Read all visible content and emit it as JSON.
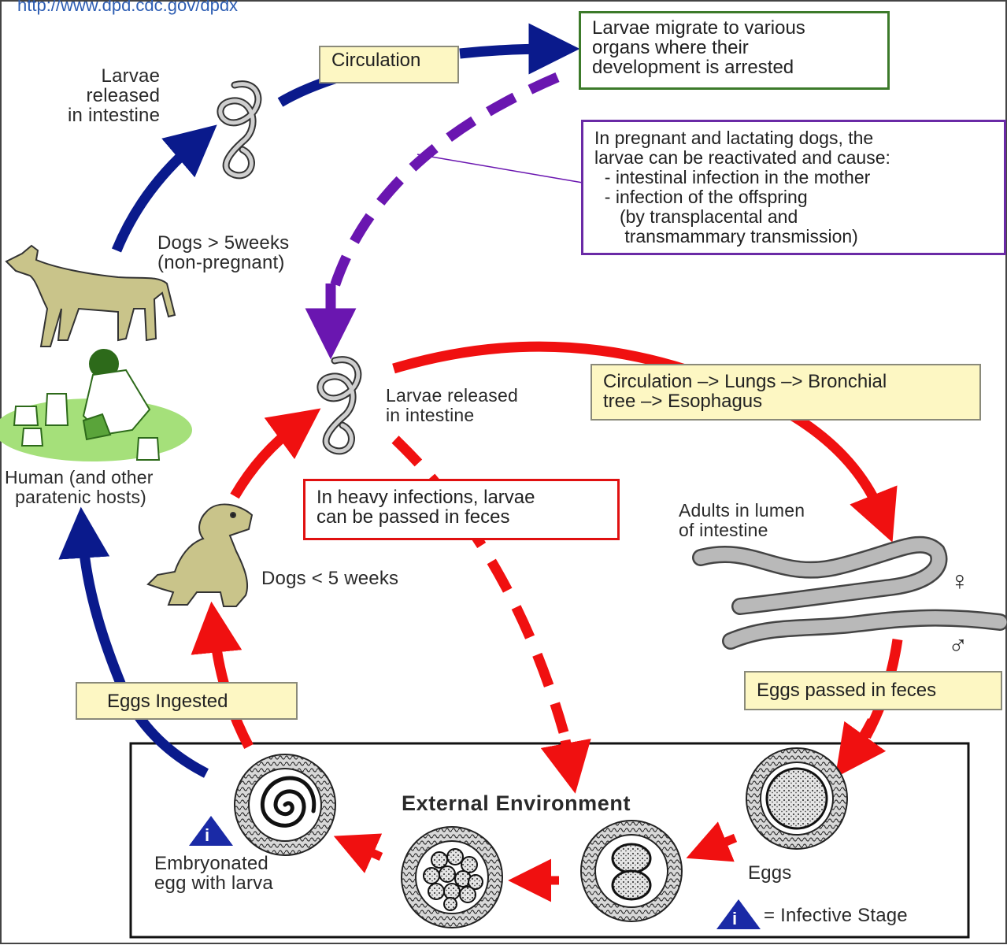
{
  "url": "http://www.dpd.cdc.gov/dpdx",
  "labels": {
    "larvae_released_top": "Larvae\nreleased\nin intestine",
    "circulation": "Circulation",
    "migrate": "Larvae migrate to various\norgans where their\ndevelopment is arrested",
    "pregnant": "In pregnant and lactating dogs, the\nlarvae can be reactivated and cause:\n  - intestinal infection in the mother\n  - infection of the offspring\n     (by transplacental and\n      transmammary transmission)",
    "dogs_over": "Dogs > 5weeks\n(non-pregnant)",
    "human": "Human (and other\n  paratenic hosts)",
    "larvae_released_mid": "Larvae released\nin intestine",
    "circulation_lungs": "Circulation –> Lungs –> Bronchial\ntree –> Esophagus",
    "heavy": "In heavy infections, larvae\ncan be passed in feces",
    "dogs_under": "Dogs < 5 weeks",
    "adults": "Adults in lumen\nof intestine",
    "female": "♀",
    "male": "♂",
    "eggs_passed": "Eggs passed in feces",
    "eggs_ingested": "Eggs Ingested",
    "external": "External Environment",
    "eggs": "Eggs",
    "embryonated": "Embryonated\negg with larva",
    "infective": "= Infective Stage",
    "info_glyph": "i"
  },
  "colors": {
    "blue_arrow": "#0a1a8c",
    "red_arrow": "#f01010",
    "purple_arrow": "#6a16b0",
    "yellow_box": "#fdf7c3",
    "green_border": "#3c7a2a",
    "purple_border": "#6a2aa6",
    "red_border": "#e01010",
    "animal_fill": "#c9c48a",
    "worm_fill": "#b9b9b9"
  },
  "icons": [
    "larva-icon",
    "dog-icon",
    "child-icon",
    "puppy-icon",
    "adult-worm-icon",
    "egg-icon",
    "info-triangle-icon"
  ]
}
